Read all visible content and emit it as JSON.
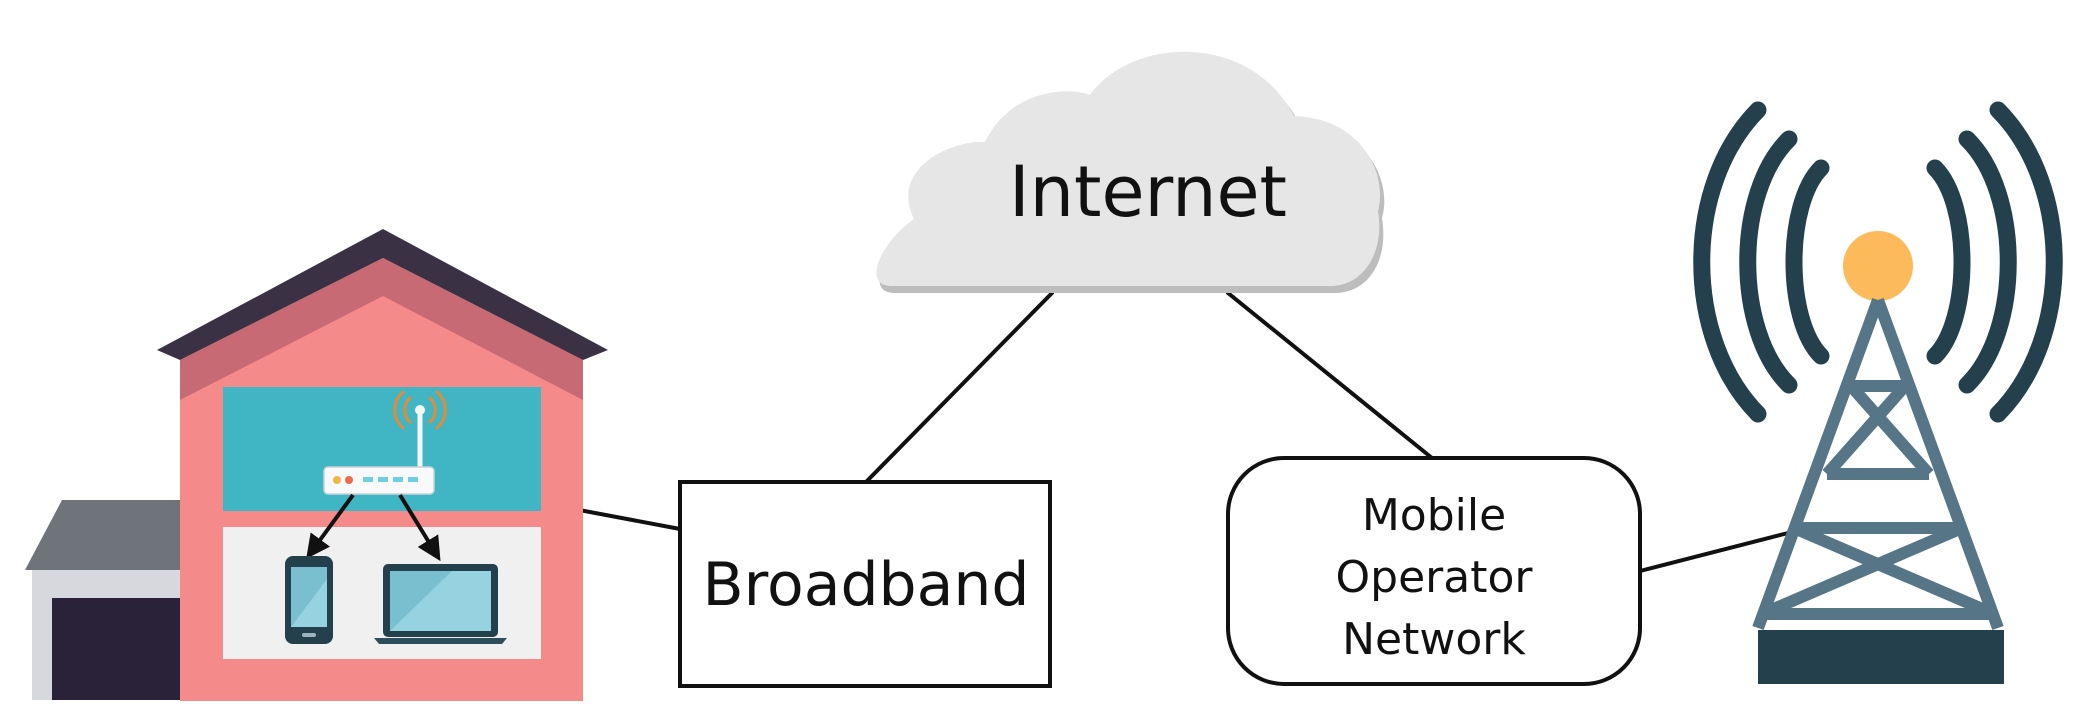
{
  "diagram": {
    "cloud_label": "Internet",
    "broadband_label": "Broadband",
    "mobile_network_label_lines": [
      "Mobile",
      "Operator",
      "Network"
    ]
  },
  "colors": {
    "house_wall": "#F58A8A",
    "house_roof": "#3A3145",
    "house_upper_panel": "#40B6C4",
    "house_lower_panel": "#F0F0F0",
    "garage_roof": "#6E747A",
    "garage_door": "#2A2238",
    "cloud_fill": "#E6E6E6",
    "cloud_shadow": "#BDBDBD",
    "tower_structure": "#567687",
    "tower_base": "#25404D",
    "tower_signal_waves": "#25404D",
    "tower_beacon": "#FDBA5A",
    "router_antenna_waves": "#E08A3A"
  },
  "icons": [
    "house-icon",
    "router-icon",
    "phone-icon",
    "laptop-icon",
    "cloud-icon",
    "cell-tower-icon",
    "signal-waves-icon"
  ]
}
